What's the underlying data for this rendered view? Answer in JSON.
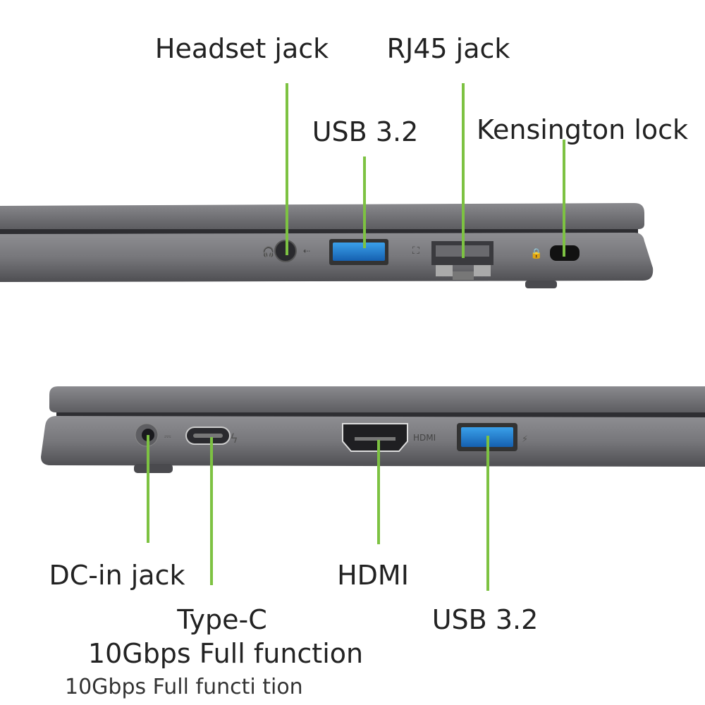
{
  "top_view": {
    "labels": {
      "headset": "Headset jack",
      "usb": "USB 3.2",
      "rj45": "RJ45 jack",
      "kensington": "Kensington lock"
    }
  },
  "bottom_view": {
    "labels": {
      "dc_in": "DC-in jack",
      "type_c": "Type-C",
      "type_c_detail": "10Gbps Full function",
      "hdmi": "HDMI",
      "usb": "USB 3.2"
    },
    "ghost_text": "10Gbps Full functi          tion"
  },
  "colors": {
    "leader_line": "#7dc242",
    "chassis": "#6e6e72",
    "usb_blue": "#1e7fd0"
  }
}
